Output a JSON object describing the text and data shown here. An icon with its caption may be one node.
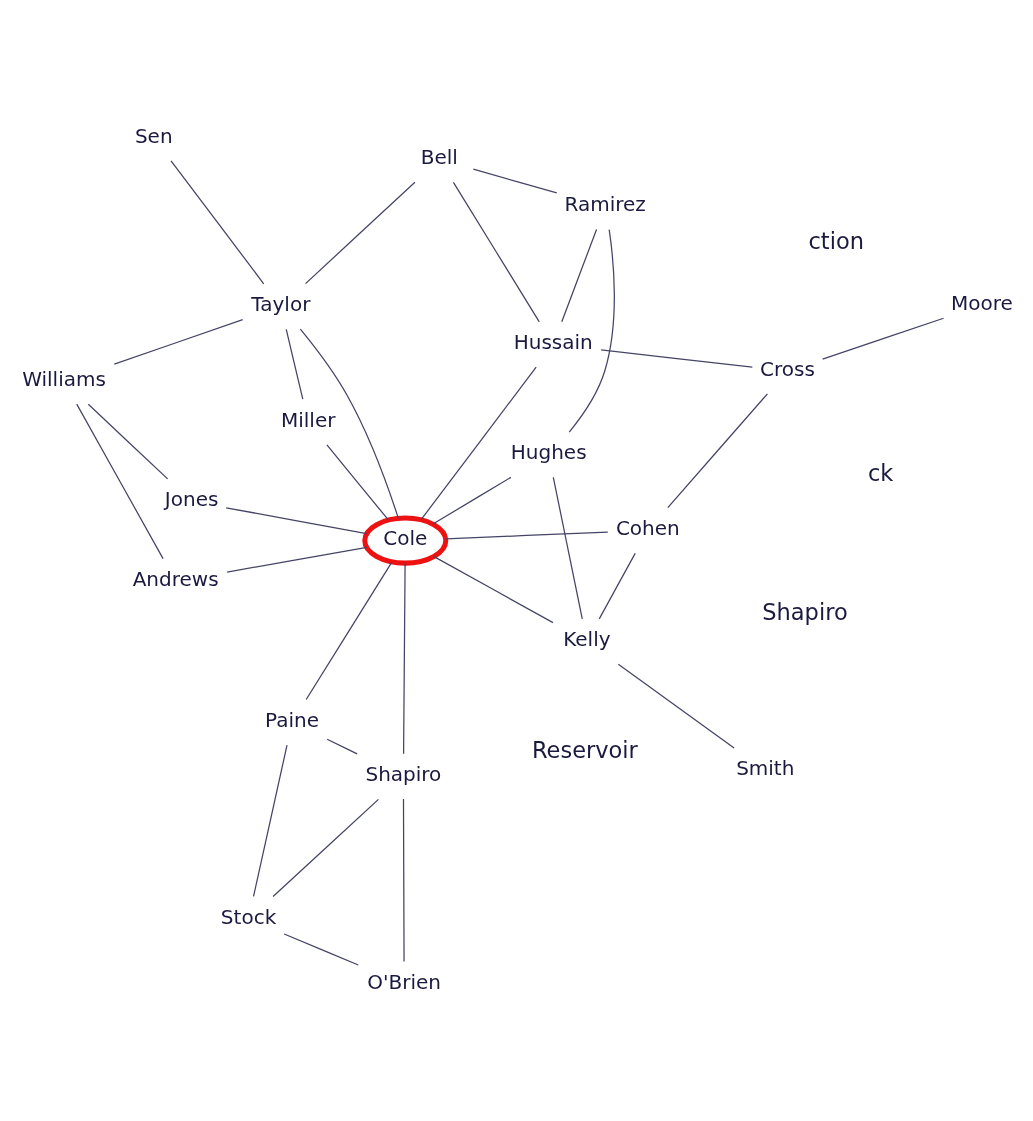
{
  "diagram": {
    "nodes": [
      {
        "text": [
          "O'Brien"
        ]
      },
      {
        "text": [
          "Stock"
        ]
      },
      {
        "text": [
          "Shapiro"
        ]
      },
      {
        "text": [
          "Paine"
        ]
      },
      {
        "text": [
          "Cohen"
        ]
      },
      {
        "text": [
          "Cole"
        ]
      },
      {
        "text": [
          "Jones"
        ]
      },
      {
        "text": [
          "Kelly"
        ]
      },
      {
        "text": [
          "Andrews"
        ]
      },
      {
        "text": [
          "Smith"
        ]
      },
      {
        "text": [
          "Hughes"
        ]
      },
      {
        "text": [
          "Miller"
        ]
      },
      {
        "text": [
          "Williams"
        ]
      },
      {
        "text": [
          "Cross"
        ]
      },
      {
        "text": [
          "Hussain"
        ]
      },
      {
        "text": [
          "Taylor"
        ]
      },
      {
        "text": [
          "Ramirez"
        ]
      },
      {
        "text": [
          "Bell"
        ]
      },
      {
        "text": [
          "Moore"
        ]
      },
      {
        "text": [
          "Sen"
        ]
      }
    ],
    "edges": [
      {
        "from": 0,
        "to": 1,
        "arrow": "none"
      },
      {
        "from": 0,
        "to": 2,
        "arrow": "none"
      },
      {
        "from": 1,
        "to": 2,
        "arrow": "none"
      },
      {
        "from": 1,
        "to": 3,
        "arrow": "none"
      },
      {
        "from": 2,
        "to": 3,
        "arrow": "none"
      },
      {
        "from": 2,
        "to": 5,
        "arrow": "none"
      },
      {
        "from": 3,
        "to": 5,
        "arrow": "none"
      },
      {
        "from": 4,
        "to": 5,
        "arrow": "none"
      },
      {
        "from": 5,
        "to": 6,
        "arrow": "none"
      },
      {
        "from": 4,
        "to": 7,
        "arrow": "none"
      },
      {
        "from": 5,
        "to": 7,
        "arrow": "none"
      },
      {
        "from": 4,
        "to": 13,
        "arrow": "none"
      },
      {
        "from": 7,
        "to": 9,
        "arrow": "none"
      },
      {
        "from": 7,
        "to": 10,
        "arrow": "none"
      },
      {
        "from": 5,
        "to": 10,
        "arrow": "none"
      },
      {
        "from": 5,
        "to": 14,
        "arrow": "none"
      },
      {
        "from": 5,
        "to": 15,
        "arrow": "none"
      },
      {
        "from": 5,
        "to": 11,
        "arrow": "none"
      },
      {
        "from": 5,
        "to": 8,
        "arrow": "none"
      },
      {
        "from": 6,
        "to": 12,
        "arrow": "none"
      },
      {
        "from": 8,
        "to": 12,
        "arrow": "none"
      },
      {
        "from": 11,
        "to": 15,
        "arrow": "none"
      },
      {
        "from": 12,
        "to": 15,
        "arrow": "none"
      },
      {
        "from": 13,
        "to": 14,
        "arrow": "none"
      },
      {
        "from": 13,
        "to": 18,
        "arrow": "none"
      },
      {
        "from": 10,
        "to": 16,
        "arrow": "none"
      },
      {
        "from": 14,
        "to": 16,
        "arrow": "none"
      },
      {
        "from": 14,
        "to": 17,
        "arrow": "none"
      },
      {
        "from": 16,
        "to": 17,
        "arrow": "none"
      },
      {
        "from": 17,
        "to": 15,
        "arrow": "none"
      },
      {
        "from": 15,
        "to": 19,
        "arrow": "none"
      }
    ],
    "labels": [
      "ction",
      "ck",
      "Reservoir",
      "Shapiro"
    ]
  }
}
